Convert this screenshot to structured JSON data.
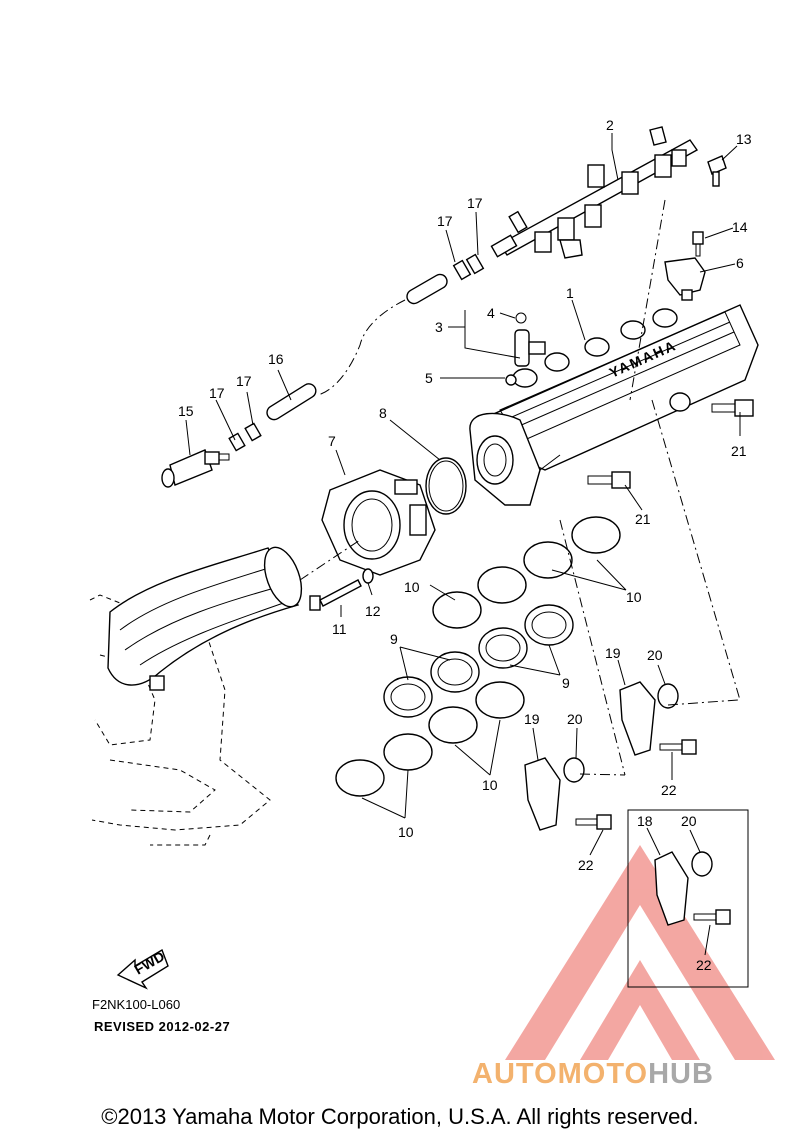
{
  "diagram": {
    "callouts": [
      {
        "id": "c2",
        "text": "2"
      },
      {
        "id": "c13",
        "text": "13"
      },
      {
        "id": "c17a",
        "text": "17"
      },
      {
        "id": "c17b",
        "text": "17"
      },
      {
        "id": "c14",
        "text": "14"
      },
      {
        "id": "c6",
        "text": "6"
      },
      {
        "id": "c1",
        "text": "1"
      },
      {
        "id": "c4",
        "text": "4"
      },
      {
        "id": "c3",
        "text": "3"
      },
      {
        "id": "c5",
        "text": "5"
      },
      {
        "id": "c16",
        "text": "16"
      },
      {
        "id": "c17c",
        "text": "17"
      },
      {
        "id": "c17d",
        "text": "17"
      },
      {
        "id": "c15",
        "text": "15"
      },
      {
        "id": "c8",
        "text": "8"
      },
      {
        "id": "c7",
        "text": "7"
      },
      {
        "id": "c21a",
        "text": "21"
      },
      {
        "id": "c21b",
        "text": "21"
      },
      {
        "id": "c10a",
        "text": "10"
      },
      {
        "id": "c10b",
        "text": "10"
      },
      {
        "id": "c12",
        "text": "12"
      },
      {
        "id": "c11",
        "text": "11"
      },
      {
        "id": "c9a",
        "text": "9"
      },
      {
        "id": "c9b",
        "text": "9"
      },
      {
        "id": "c19a",
        "text": "19"
      },
      {
        "id": "c20a",
        "text": "20"
      },
      {
        "id": "c22a",
        "text": "22"
      },
      {
        "id": "c19b",
        "text": "19"
      },
      {
        "id": "c20b",
        "text": "20"
      },
      {
        "id": "c10c",
        "text": "10"
      },
      {
        "id": "c10d",
        "text": "10"
      },
      {
        "id": "c22b",
        "text": "22"
      },
      {
        "id": "c18",
        "text": "18"
      },
      {
        "id": "c20c",
        "text": "20"
      },
      {
        "id": "c22c",
        "text": "22"
      }
    ],
    "embossed_text": "YAMAHA",
    "fwd_label": "FWD",
    "ref_code": "F2NK100-L060",
    "revised": "REVISED 2012-02-27"
  },
  "footer": {
    "copyright": "©2013 Yamaha Motor Corporation, U.S.A. All rights reserved."
  },
  "watermark": {
    "text_a": "AUTOMOTO",
    "text_b": "HUB",
    "color_a": "#f3b26e",
    "color_b": "#a8a8a8",
    "triangle_color": "#f08a84"
  }
}
